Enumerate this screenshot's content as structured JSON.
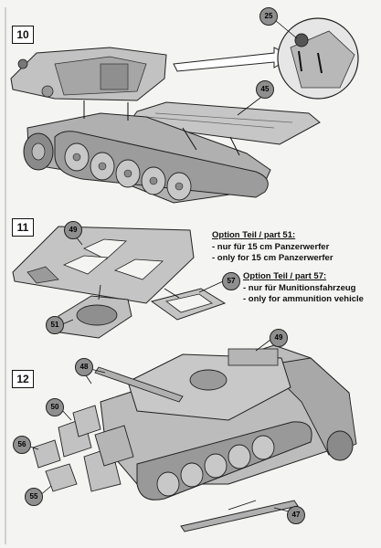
{
  "steps": [
    {
      "number": "10"
    },
    {
      "number": "11"
    },
    {
      "number": "12"
    }
  ],
  "callouts": {
    "c25": "25",
    "c45": "45",
    "c49a": "49",
    "c57": "57",
    "c51": "51",
    "c48": "48",
    "c49b": "49",
    "c50": "50",
    "c56": "56",
    "c55": "55",
    "c47": "47"
  },
  "options": {
    "part51": {
      "title": "Option Teil / part 51:",
      "line1": "- nur für 15 cm Panzerwerfer",
      "line2": "- only for 15 cm Panzerwerfer"
    },
    "part57": {
      "title": "Option Teil / part 57:",
      "line1": "- nur für Munitionsfahrzeug",
      "line2": "- only for ammunition vehicle"
    }
  },
  "colors": {
    "part_gray": "#bdbdbd",
    "part_dark": "#8a8a8a",
    "ink": "#111111",
    "paper": "#f4f4f2"
  }
}
